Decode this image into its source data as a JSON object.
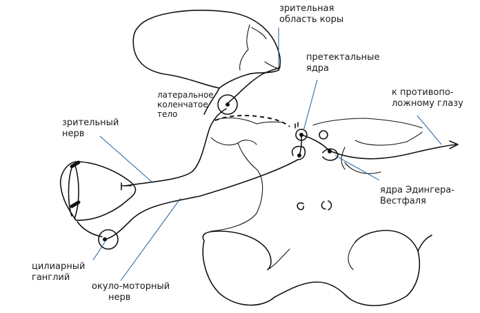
{
  "diagram": {
    "labels": {
      "visual_cortex": [
        "зрительная",
        "область коры"
      ],
      "pretectal_nuclei": [
        "претектальные",
        "ядра"
      ],
      "contralateral_eye": [
        "к противопо-",
        "ложному глазу"
      ],
      "lateral_geniculate": [
        "латеральное",
        "коленчатое",
        "тело"
      ],
      "optic_nerve": [
        "зрительный",
        "нерв"
      ],
      "edinger_westphal": [
        "ядра Эдингера-",
        "Вестфаля"
      ],
      "ciliary_ganglion": [
        "цилиарный",
        "ганглий"
      ],
      "oculomotor_nerve": [
        "окуло-моторный",
        "нерв"
      ]
    },
    "colors": {
      "line": "#111111",
      "leader": "#1f5f9e",
      "text": "#1a1a1a",
      "background": "#ffffff"
    }
  }
}
